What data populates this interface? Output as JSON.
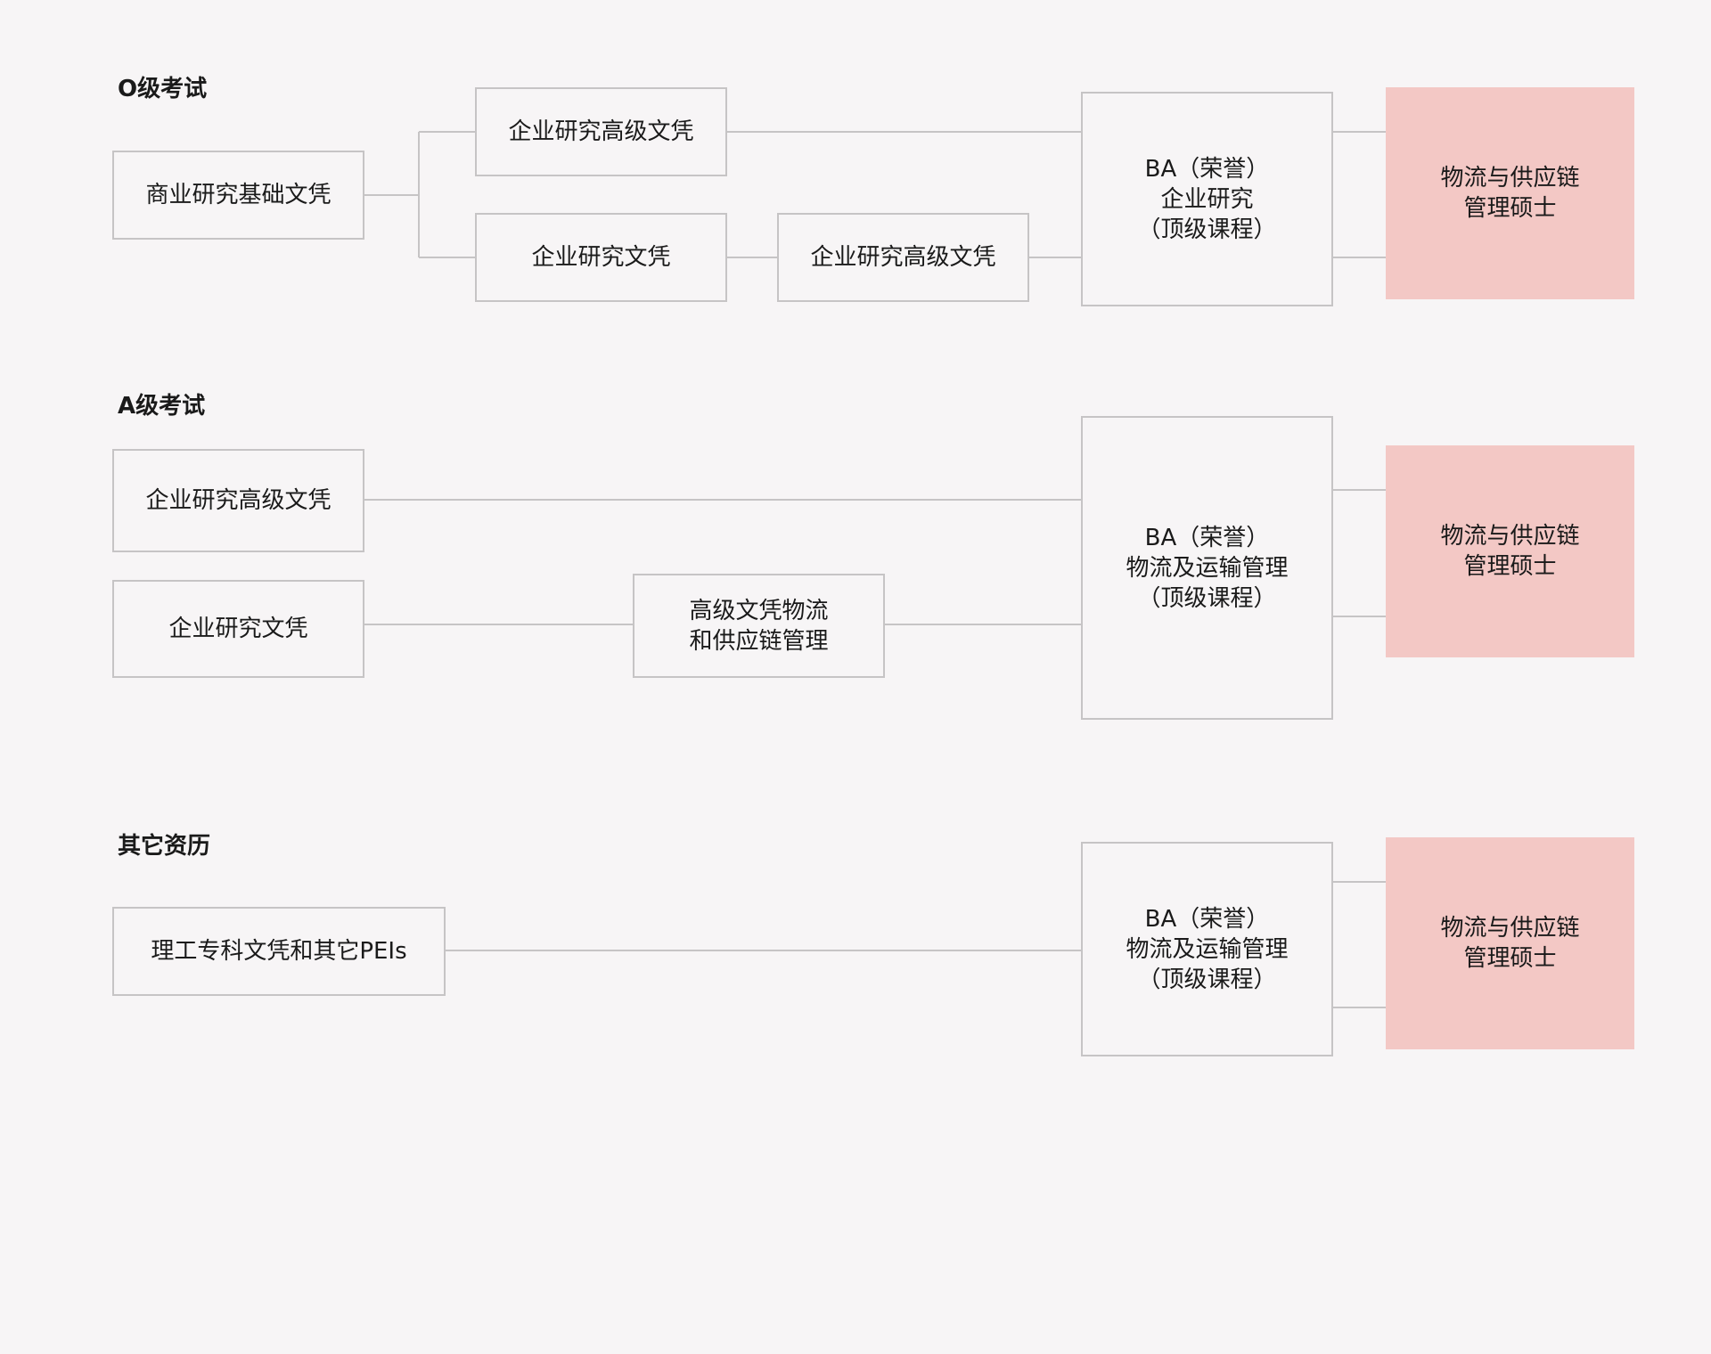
{
  "colors": {
    "background": "#f7f5f6",
    "box_border": "#c6c4c5",
    "connector": "#c6c4c5",
    "target_fill": "#f3c8c5"
  },
  "sections": {
    "o_level": {
      "title": "O级考试",
      "foundation": "商业研究基础文凭",
      "advanced_top": "企业研究高级文凭",
      "diploma": "企业研究文凭",
      "advanced_bottom": "企业研究高级文凭",
      "ba": "BA（荣誉）\n企业研究\n（顶级课程）",
      "master": "物流与供应链\n管理硕士"
    },
    "a_level": {
      "title": "A级考试",
      "advanced": "企业研究高级文凭",
      "diploma": "企业研究文凭",
      "logistics_diploma": "高级文凭物流\n和供应链管理",
      "ba": "BA（荣誉）\n物流及运输管理\n（顶级课程）",
      "master": "物流与供应链\n管理硕士"
    },
    "other": {
      "title": "其它资历",
      "polytechnic": "理工专科文凭和其它PEIs",
      "ba": "BA（荣誉）\n物流及运输管理\n（顶级课程）",
      "master": "物流与供应链\n管理硕士"
    }
  }
}
